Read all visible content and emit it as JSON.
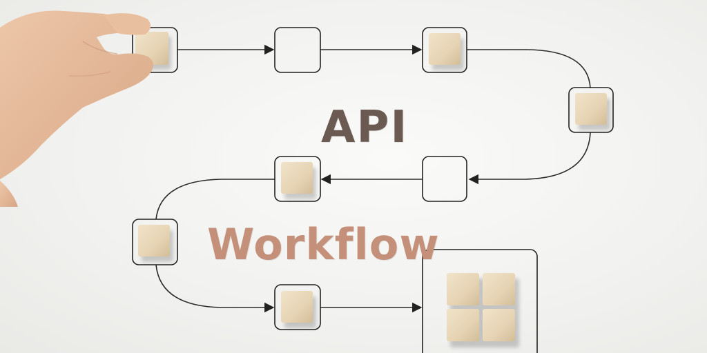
{
  "headline": {
    "line1": "API",
    "line2": "Workflow"
  },
  "colors": {
    "line1_text": "#6a5a52",
    "line2_text": "#c4907a",
    "block_wood": "#ead9bd",
    "block_wood_dark": "#cdb793",
    "frame_stroke": "#222222",
    "skin": "#e3b99a"
  },
  "icons": {
    "hand": "hand-holding-block",
    "block": "wooden-cube",
    "arrow": "arrowhead"
  }
}
